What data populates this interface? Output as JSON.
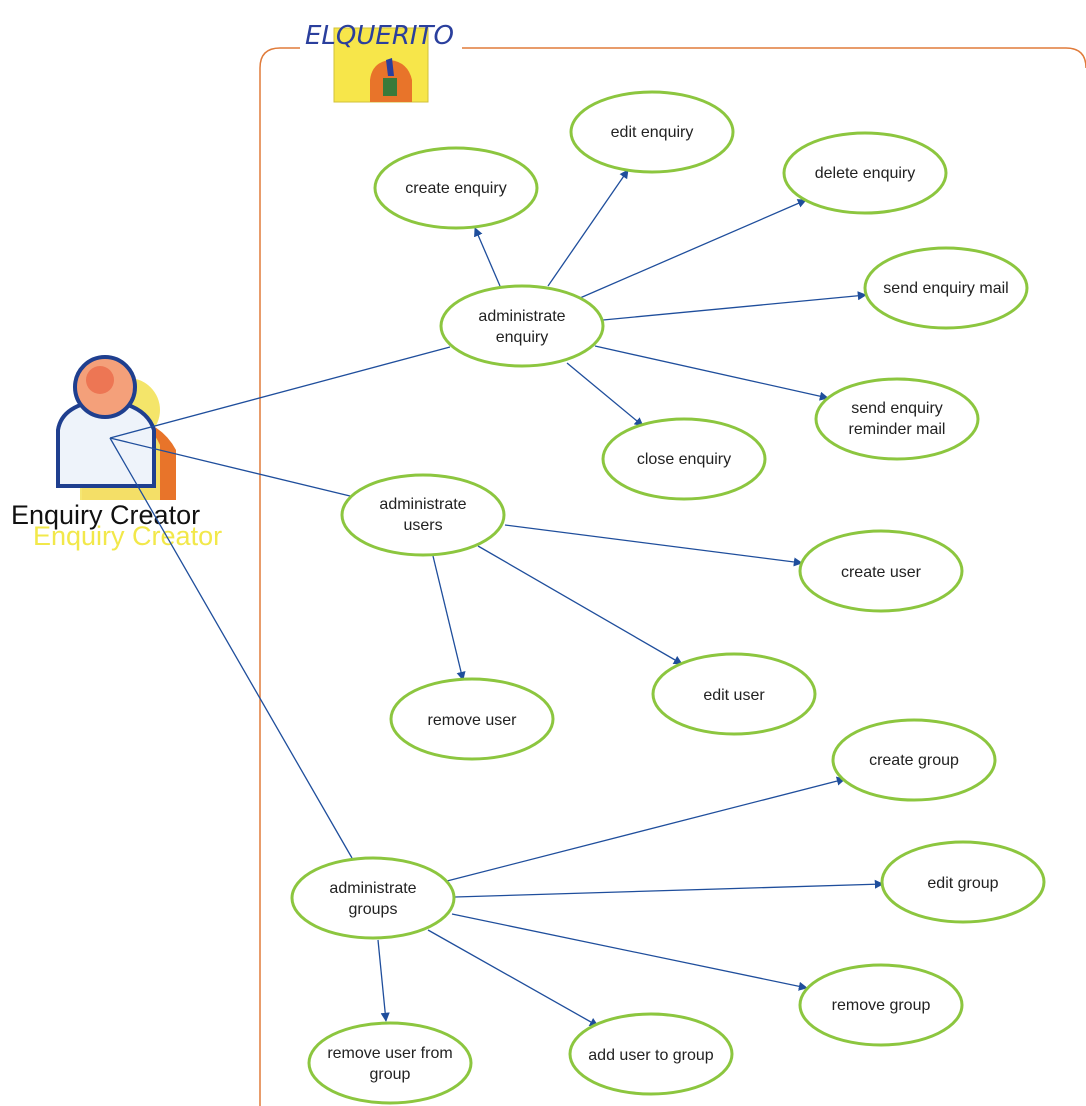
{
  "logo": {
    "text": "ELQUERITO"
  },
  "actor": {
    "name": "Enquiry Creator",
    "name_shadow": "Enquiry Creator"
  },
  "use_cases": {
    "administrate_enquiry": [
      "administrate",
      "enquiry"
    ],
    "create_enquiry": [
      "create enquiry"
    ],
    "edit_enquiry": [
      "edit enquiry"
    ],
    "delete_enquiry": [
      "delete enquiry"
    ],
    "send_enquiry_mail": [
      "send enquiry mail"
    ],
    "send_enquiry_reminder_mail": [
      "send enquiry",
      "reminder mail"
    ],
    "close_enquiry": [
      "close enquiry"
    ],
    "administrate_users": [
      "administrate",
      "users"
    ],
    "create_user": [
      "create user"
    ],
    "edit_user": [
      "edit user"
    ],
    "remove_user": [
      "remove user"
    ],
    "administrate_groups": [
      "administrate",
      "groups"
    ],
    "create_group": [
      "create group"
    ],
    "edit_group": [
      "edit group"
    ],
    "remove_group": [
      "remove group"
    ],
    "add_user_to_group": [
      "add user to group"
    ],
    "remove_user_from_group": [
      "remove user from",
      "group"
    ]
  },
  "colors": {
    "boundary": "#e07b3a",
    "ellipse_stroke": "#8cc63f",
    "connector": "#1f4e9c",
    "logo_bg": "#f7e64a",
    "logo_text": "#2a3f9d",
    "actor_outline": "#1f3f8f",
    "actor_shadow_text": "#f2e84a"
  }
}
